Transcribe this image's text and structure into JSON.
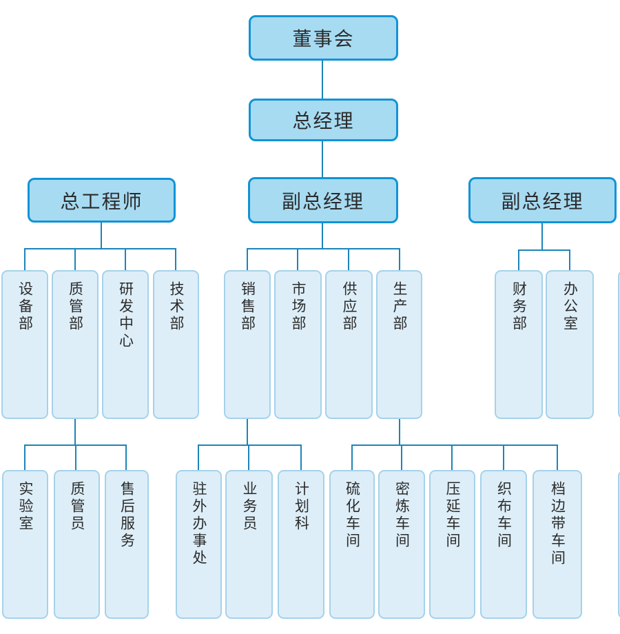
{
  "diagram_type": "org-chart",
  "nodes": {
    "board": "董事会",
    "general_manager": "总经理",
    "chief_engineer": "总工程师",
    "deputy_gm_center": "副总经理",
    "deputy_gm_right": "副总经理",
    "equipment_dept": "设备部",
    "quality_mgmt_dept": "质管部",
    "rd_center": "研发中心",
    "tech_dept": "技术部",
    "sales_dept": "销售部",
    "marketing_dept": "市场部",
    "supply_dept": "供应部",
    "production_dept": "生产部",
    "finance_dept": "财务部",
    "office": "办公室",
    "laboratory": "实验室",
    "quality_inspector": "质管员",
    "after_sales_service": "售后服务",
    "field_offices": "驻外办事处",
    "sales_staff": "业务员",
    "planning_section": "计划科",
    "vulcanization_workshop": "硫化车间",
    "mixing_workshop": "密炼车间",
    "calendering_workshop": "压延车间",
    "weaving_workshop": "织布车间",
    "edge_belt_workshop": "档边带车间"
  },
  "hierarchy": {
    "board": [
      "general_manager"
    ],
    "general_manager": [
      "deputy_gm_center"
    ],
    "chief_engineer": [
      "equipment_dept",
      "quality_mgmt_dept",
      "rd_center",
      "tech_dept"
    ],
    "quality_mgmt_dept": [
      "laboratory",
      "quality_inspector",
      "after_sales_service"
    ],
    "deputy_gm_center": [
      "sales_dept",
      "marketing_dept",
      "supply_dept",
      "production_dept"
    ],
    "sales_dept": [
      "field_offices",
      "sales_staff",
      "planning_section"
    ],
    "production_dept": [
      "vulcanization_workshop",
      "mixing_workshop",
      "calendering_workshop",
      "weaving_workshop",
      "edge_belt_workshop"
    ],
    "deputy_gm_right": [
      "finance_dept",
      "office"
    ]
  },
  "colors": {
    "parent_box_fill": "#a7dbf2",
    "parent_box_border": "#1193d6",
    "child_box_fill": "#ddeef8",
    "child_box_border": "#a5d2ea",
    "connector": "#1b84b8",
    "text": "#2b2b2b",
    "background": "#ffffff"
  }
}
